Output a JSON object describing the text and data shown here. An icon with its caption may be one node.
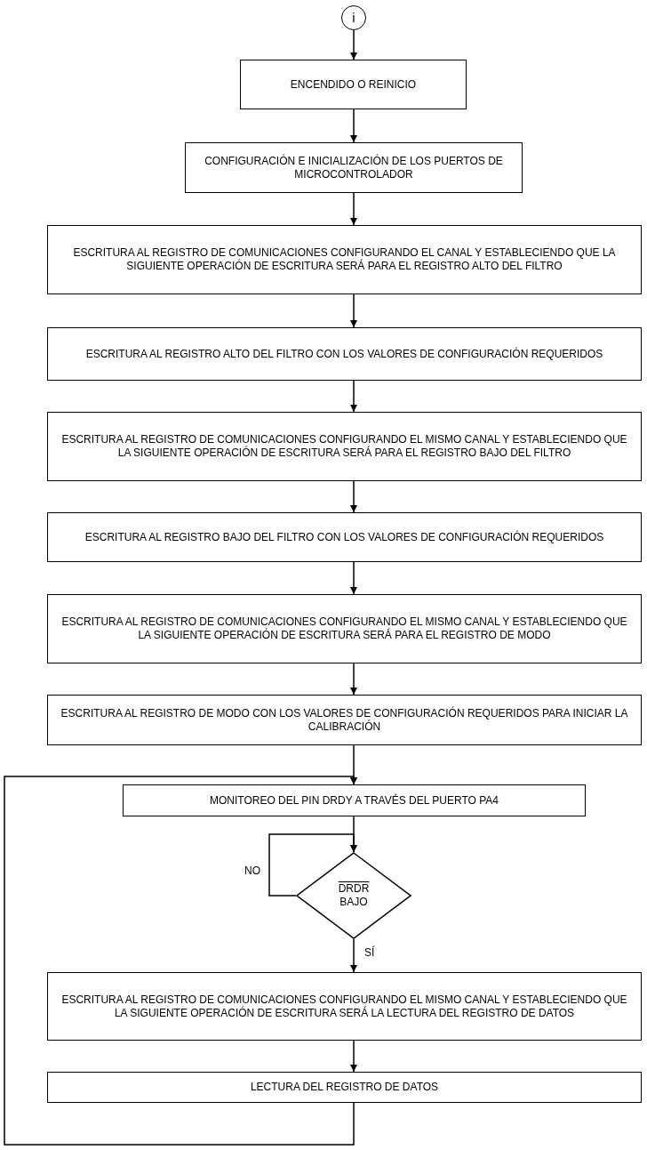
{
  "diagram": {
    "nodes": [
      {
        "text": [
          "i"
        ]
      },
      {
        "text": [
          "ENCENDIDO O REINICIO"
        ]
      },
      {
        "text": [
          "CONFIGURACIÓN E INICIALIZACIÓN DE LOS PUERTOS DE MICROCONTROLADOR"
        ]
      },
      {
        "text": [
          "ESCRITURA AL REGISTRO DE COMUNICACIONES CONFIGURANDO EL CANAL Y ESTABLECIENDO QUE LA SIGUIENTE OPERACIÓN DE ESCRITURA SERÁ PARA EL REGISTRO ALTO DEL FILTRO"
        ]
      },
      {
        "text": [
          "ESCRITURA AL REGISTRO ALTO DEL FILTRO CON LOS VALORES DE CONFIGURACIÓN REQUERIDOS"
        ]
      },
      {
        "text": [
          "ESCRITURA AL REGISTRO DE COMUNICACIONES CONFIGURANDO EL MISMO CANAL Y ESTABLECIENDO QUE LA SIGUIENTE OPERACIÓN DE ESCRITURA SERÁ PARA EL REGISTRO BAJO DEL FILTRO"
        ]
      },
      {
        "text": [
          "ESCRITURA AL REGISTRO BAJO DEL FILTRO CON LOS VALORES DE CONFIGURACIÓN REQUERIDOS"
        ]
      },
      {
        "text": [
          "ESCRITURA AL REGISTRO DE COMUNICACIONES CONFIGURANDO EL MISMO CANAL Y ESTABLECIENDO QUE LA SIGUIENTE OPERACIÓN DE ESCRITURA SERÁ PARA EL REGISTRO DE MODO"
        ]
      },
      {
        "text": [
          "ESCRITURA AL REGISTRO DE MODO CON LOS VALORES DE CONFIGURACIÓN REQUERIDOS PARA INICIAR LA CALIBRACIÓN"
        ]
      },
      {
        "text": [
          "MONITOREO DEL PIN DRDY A TRAVÉS DEL PUERTO PA4"
        ]
      },
      {
        "text": [
          "DRDR",
          "BAJO"
        ]
      },
      {
        "text": [
          "ESCRITURA AL REGISTRO DE COMUNICACIONES CONFIGURANDO EL MISMO CANAL Y ESTABLECIENDO QUE LA SIGUIENTE OPERACIÓN DE ESCRITURA SERÁ LA LECTURA DEL REGISTRO DE DATOS"
        ]
      },
      {
        "text": [
          "LECTURA DEL REGISTRO DE DATOS"
        ]
      }
    ],
    "edges": [
      {
        "from": 0,
        "to": 1,
        "arrow": "to"
      },
      {
        "from": 1,
        "to": 2,
        "arrow": "to"
      },
      {
        "from": 2,
        "to": 3,
        "arrow": "to"
      },
      {
        "from": 3,
        "to": 4,
        "arrow": "to"
      },
      {
        "from": 4,
        "to": 5,
        "arrow": "to"
      },
      {
        "from": 5,
        "to": 6,
        "arrow": "to"
      },
      {
        "from": 6,
        "to": 7,
        "arrow": "to"
      },
      {
        "from": 7,
        "to": 8,
        "arrow": "to"
      },
      {
        "from": 8,
        "to": 9,
        "arrow": "to"
      },
      {
        "from": 9,
        "to": 10,
        "arrow": "to"
      },
      {
        "from": 10,
        "to": 10,
        "arrow": "to",
        "label": "NO"
      },
      {
        "from": 10,
        "to": 11,
        "arrow": "to",
        "label": "SÍ"
      },
      {
        "from": 11,
        "to": 12,
        "arrow": "to"
      },
      {
        "from": 12,
        "to": 9,
        "arrow": "to"
      }
    ]
  }
}
